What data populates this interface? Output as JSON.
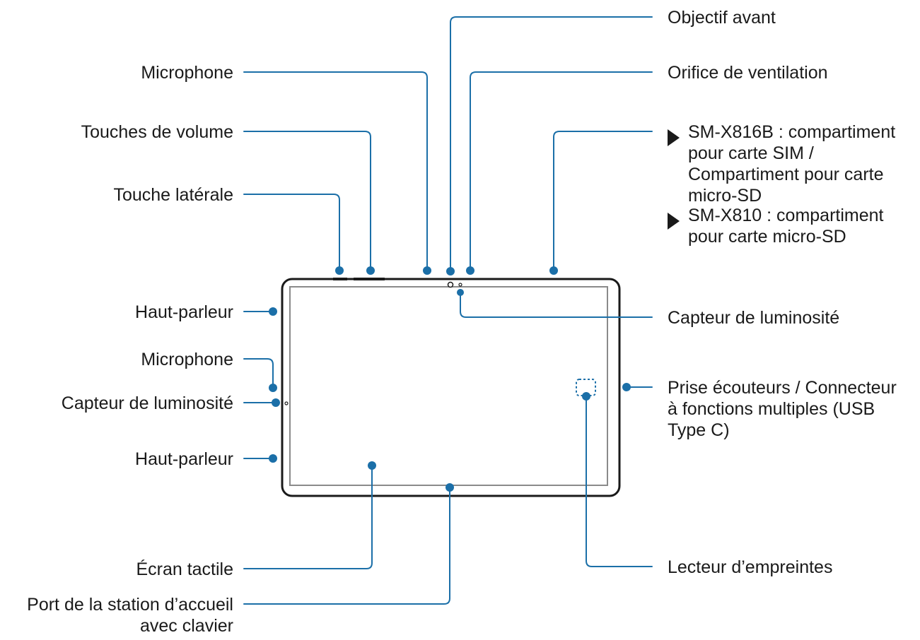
{
  "labels": {
    "front_camera": "Objectif avant",
    "microphone_top": "Microphone",
    "vent_hole": "Orifice de ventilation",
    "volume_keys": "Touches de volume",
    "side_key": "Touche latérale",
    "tray_note": [
      {
        "line1": "SM-X816B : compartiment",
        "line2": "pour carte SIM /",
        "line3": "Compartiment pour carte",
        "line4": "micro-SD"
      },
      {
        "line1": "SM-X810 : compartiment",
        "line2": "pour carte micro-SD"
      }
    ],
    "speaker_top": "Haut-parleur",
    "light_sensor_top": "Capteur de luminosité",
    "microphone_left": "Microphone",
    "light_sensor_left": "Capteur de luminosité",
    "earphone_jack": {
      "line1": "Prise écouteurs / Connecteur",
      "line2": "à fonctions multiples (USB",
      "line3": "Type C)"
    },
    "speaker_bottom": "Haut-parleur",
    "touchscreen": "Écran tactile",
    "fingerprint": "Lecteur d’empreintes",
    "dock_port": {
      "line1": "Port de la station d’accueil",
      "line2": "avec clavier"
    }
  },
  "colors": {
    "leader": "#1b6fa8",
    "device": "#1a1a1a",
    "text": "#1a1a1a"
  }
}
